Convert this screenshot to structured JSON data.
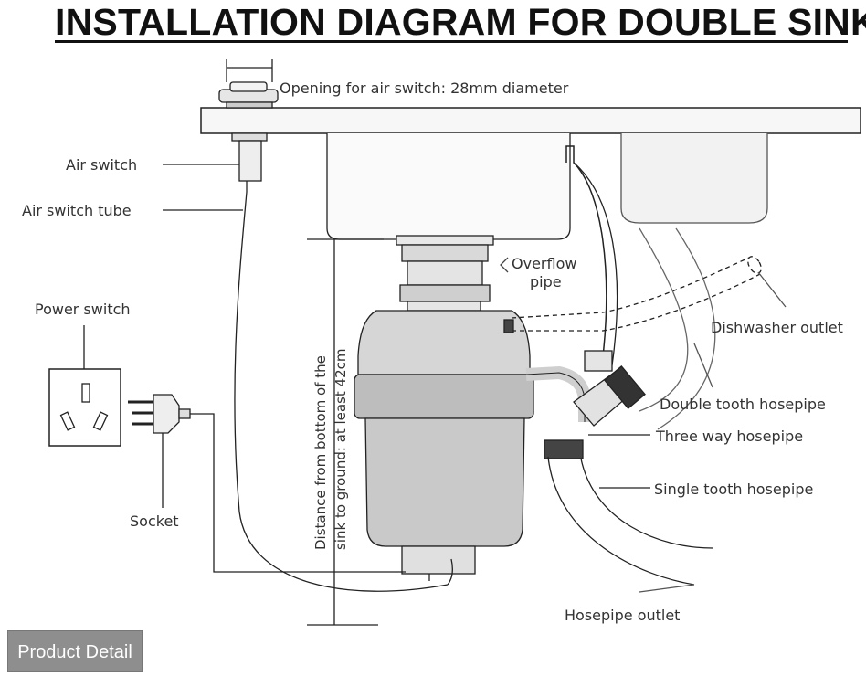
{
  "title": "INSTALLATION DIAGRAM FOR DOUBLE SINK",
  "labels": {
    "opening": "Opening for air switch: 28mm diameter",
    "air_switch": "Air switch",
    "air_switch_tube": "Air switch tube",
    "power_switch": "Power switch",
    "socket": "Socket",
    "overflow_line1": "Overflow",
    "overflow_line2": "pipe",
    "dishwasher_outlet": "Dishwasher outlet",
    "double_tooth": "Double tooth hosepipe",
    "three_way": "Three way hosepipe",
    "single_tooth": "Single tooth hosepipe",
    "hosepipe_outlet": "Hosepipe outlet",
    "distance_line1": "Distance from bottom of the",
    "distance_line2": "sink to ground: at least 42cm"
  },
  "button": {
    "product_detail": "Product Detail"
  }
}
